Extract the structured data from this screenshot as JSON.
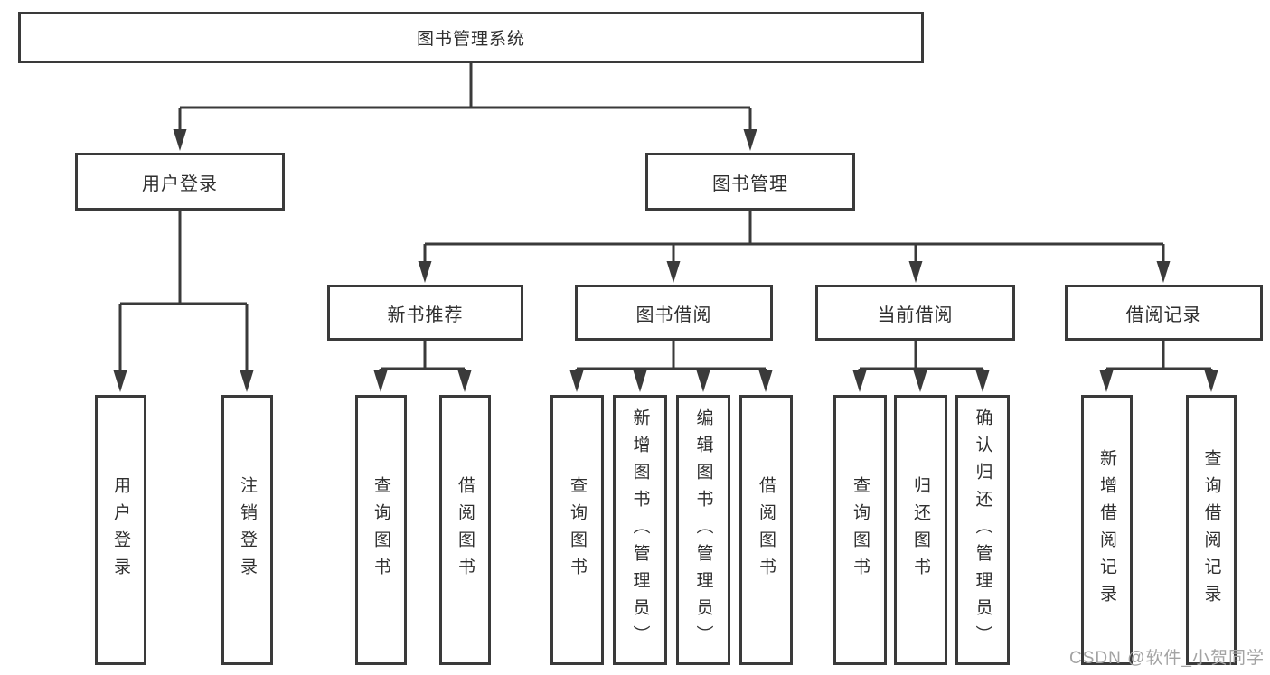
{
  "diagram": {
    "root": {
      "label": "图书管理系统"
    },
    "level2": [
      {
        "label": "用户登录"
      },
      {
        "label": "图书管理"
      }
    ],
    "level3": [
      {
        "label": "新书推荐"
      },
      {
        "label": "图书借阅"
      },
      {
        "label": "当前借阅"
      },
      {
        "label": "借阅记录"
      }
    ],
    "leaves": [
      {
        "label": "用户登录"
      },
      {
        "label": "注销登录"
      },
      {
        "label": "查询图书"
      },
      {
        "label": "借阅图书"
      },
      {
        "label": "查询图书"
      },
      {
        "label": "新增图书（管理员）"
      },
      {
        "label": "编辑图书（管理员）"
      },
      {
        "label": "借阅图书"
      },
      {
        "label": "查询图书"
      },
      {
        "label": "归还图书"
      },
      {
        "label": "确认归还（管理员）"
      },
      {
        "label": "新增借阅记录"
      },
      {
        "label": "查询借阅记录"
      }
    ]
  },
  "watermark": {
    "text": "CSDN @软件_小贺同学"
  },
  "colors": {
    "line": "#3a3a3a",
    "text": "#2f2f2f",
    "box_background": "#ffffff",
    "watermark": "#a3a3a3"
  }
}
